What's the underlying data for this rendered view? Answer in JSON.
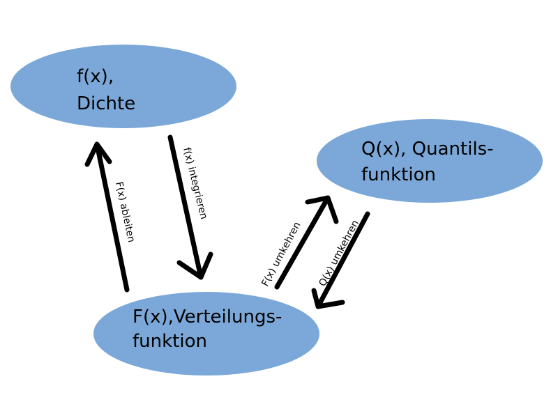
{
  "colors": {
    "node_fill": "#7ba8d8",
    "arrow": "#000000",
    "background": "#ffffff"
  },
  "nodes": {
    "density": {
      "line1": "f(x),",
      "line2": "Dichte"
    },
    "quantile": {
      "line1": "Q(x), Quantils-",
      "line2": "funktion"
    },
    "distribution": {
      "line1": "F(x),Verteilungs-",
      "line2": "funktion"
    }
  },
  "edges": {
    "derive": "F(x) ableiten",
    "integrate": "f(x) integrieren",
    "invert_F": "F(x) umkehren",
    "invert_Q": "Q(x) umkehren"
  }
}
